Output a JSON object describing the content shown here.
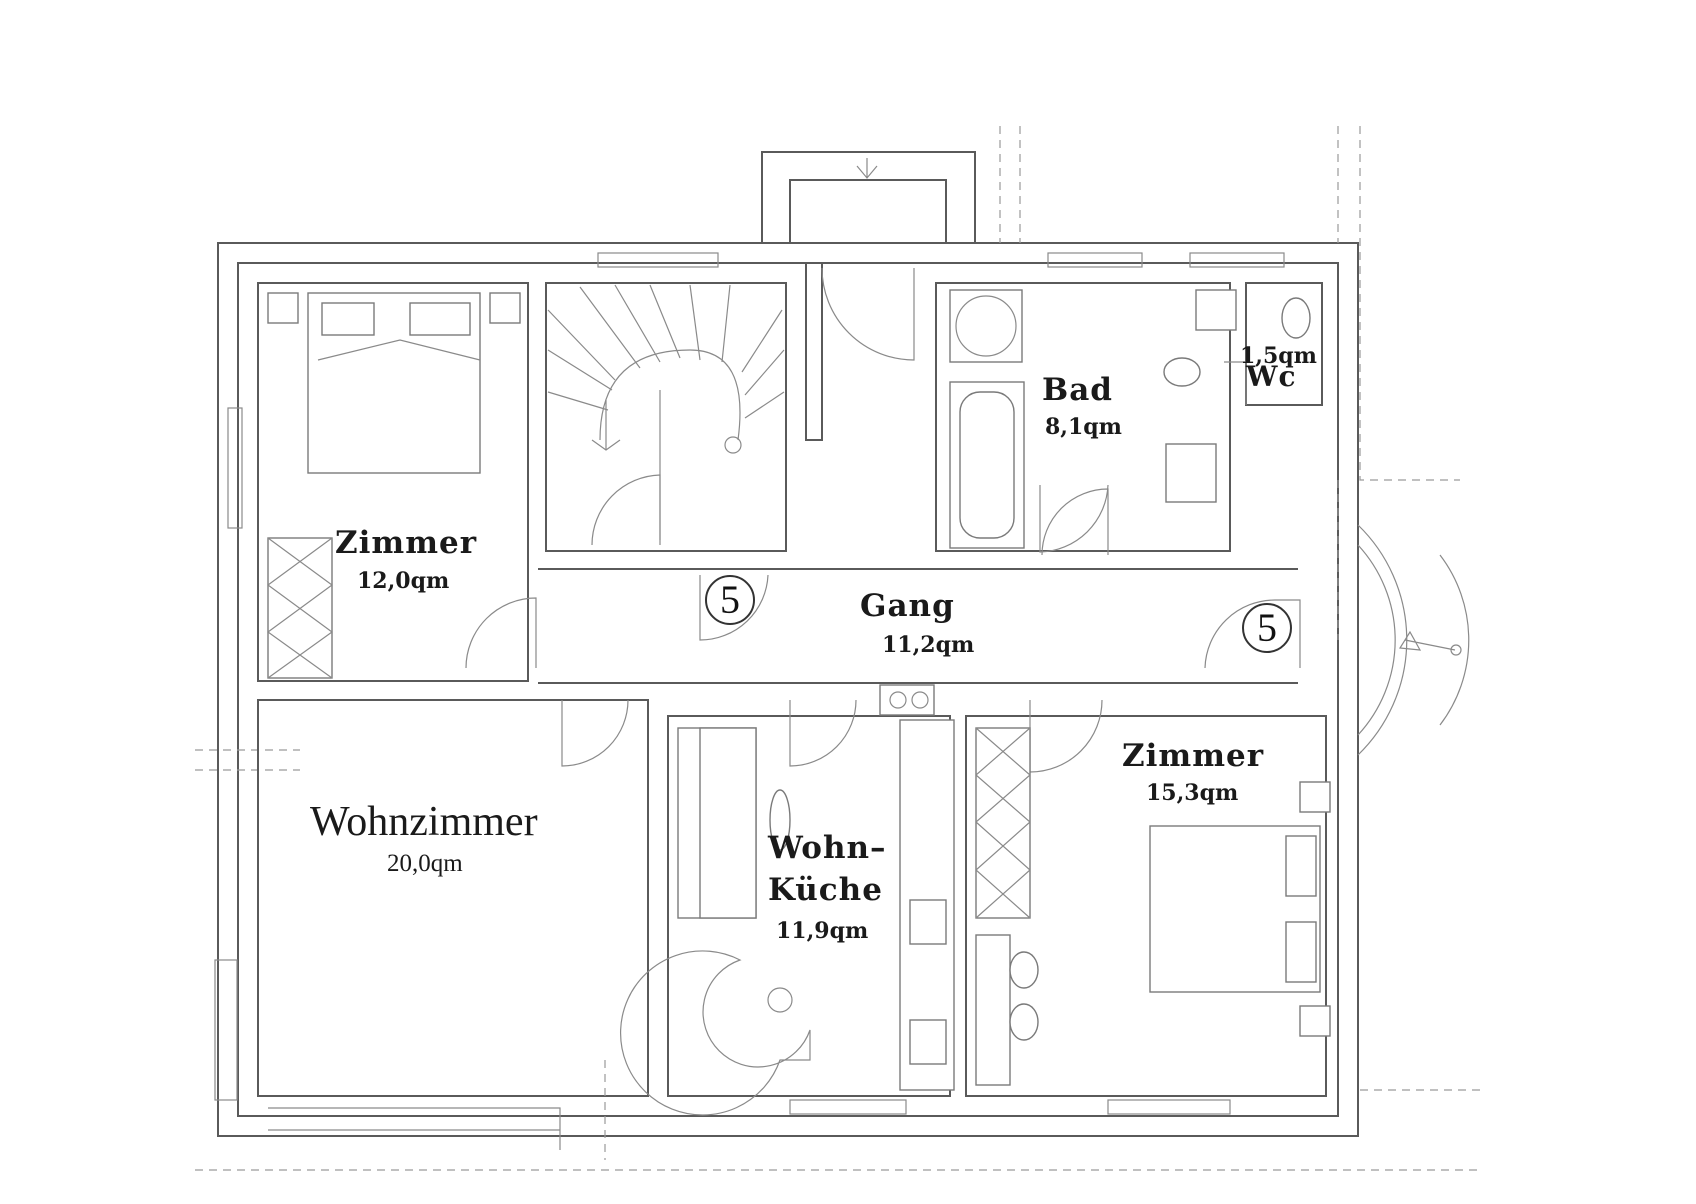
{
  "rooms": {
    "zimmer_west": {
      "name": "Zimmer",
      "area": "12,0qm"
    },
    "bad": {
      "name": "Bad",
      "area": "8,1qm"
    },
    "wc": {
      "name": "Wc",
      "area": "1,5qm"
    },
    "gang": {
      "name": "Gang",
      "area": "11,2qm"
    },
    "wohnzimmer": {
      "name": "Wohnzimmer",
      "area": "20,0qm"
    },
    "wohnkueche": {
      "name_line1": "Wohn–",
      "name_line2": "Küche",
      "area": "11,9qm"
    },
    "zimmer_east": {
      "name": "Zimmer",
      "area": "15,3qm"
    }
  },
  "markers": {
    "left": "5",
    "right": "5"
  }
}
